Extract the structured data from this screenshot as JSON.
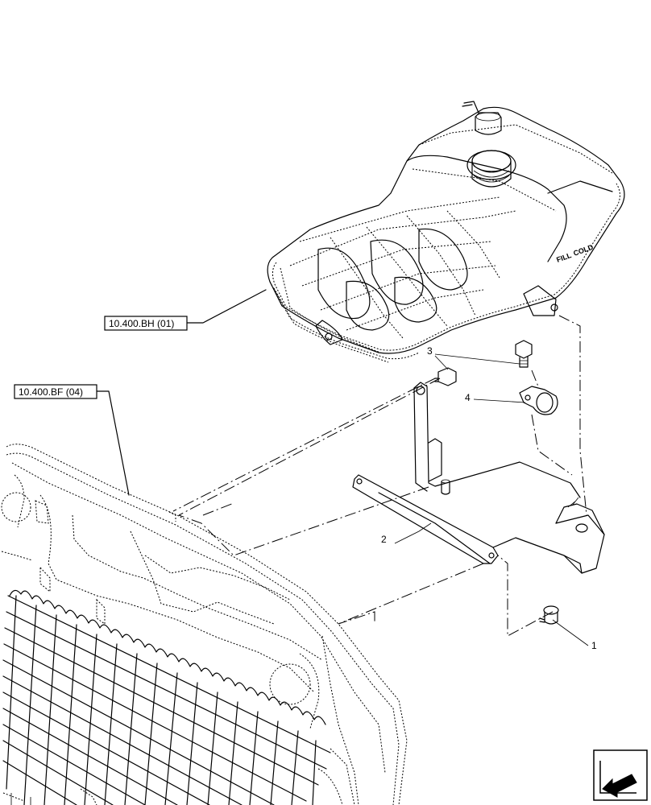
{
  "references": [
    {
      "id": "ref-bh",
      "label": "10.400.BH (01)"
    },
    {
      "id": "ref-bf",
      "label": "10.400.BF (04)"
    }
  ],
  "callouts": [
    {
      "id": "callout-1",
      "label": "1"
    },
    {
      "id": "callout-2",
      "label": "2"
    },
    {
      "id": "callout-3",
      "label": "3"
    },
    {
      "id": "callout-4",
      "label": "4"
    }
  ],
  "tank_embossing": [
    "FILL",
    "COLD"
  ],
  "nav_icon": "arrow-corner-icon"
}
